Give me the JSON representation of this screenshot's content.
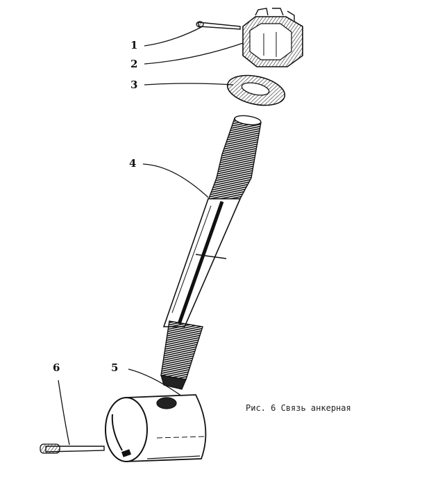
{
  "figure": {
    "caption": "Рис. 6 Связь анкерная",
    "callouts": [
      {
        "id": "1",
        "label": "1"
      },
      {
        "id": "2",
        "label": "2"
      },
      {
        "id": "3",
        "label": "3"
      },
      {
        "id": "4",
        "label": "4"
      },
      {
        "id": "5",
        "label": "5"
      },
      {
        "id": "6",
        "label": "6"
      }
    ]
  },
  "colors": {
    "ink": "#111111",
    "paper": "#ffffff"
  }
}
